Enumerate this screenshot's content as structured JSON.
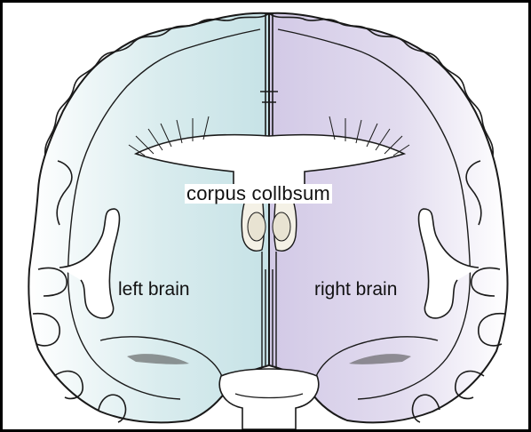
{
  "labels": {
    "corpus": "corpus collbsum",
    "left": "left brain",
    "right": "right brain"
  },
  "colors": {
    "left_hemisphere": "#cfe6ea",
    "right_hemisphere": "#dcd4ec",
    "outline": "#1a1a1a",
    "background": "#ffffff"
  }
}
